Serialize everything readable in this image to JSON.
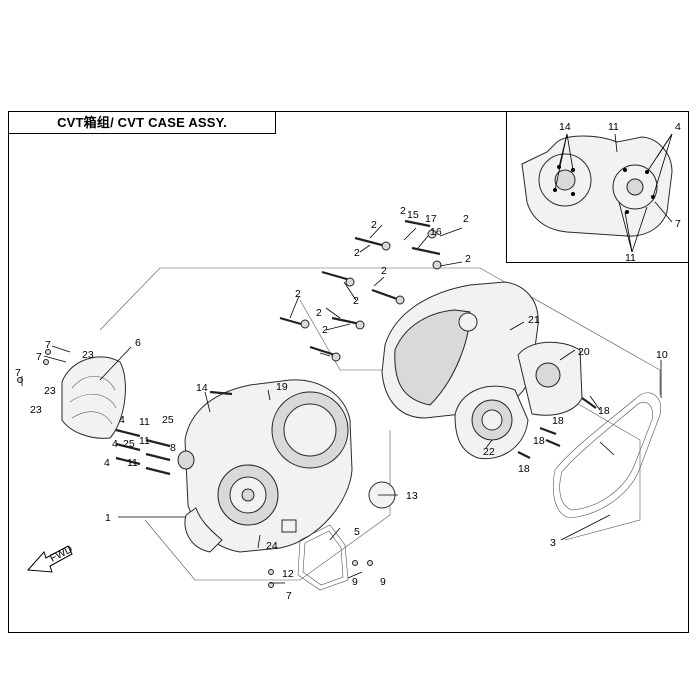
{
  "header": {
    "title": "CVT箱组/ CVT CASE ASSY."
  },
  "icons": {
    "direction_arrow": "fwd-arrow-icon"
  },
  "direction_label": "FWD",
  "callouts": [
    {
      "id": "c1",
      "label": "1"
    },
    {
      "id": "c2a",
      "label": "2"
    },
    {
      "id": "c2b",
      "label": "2"
    },
    {
      "id": "c2c",
      "label": "2"
    },
    {
      "id": "c2d",
      "label": "2"
    },
    {
      "id": "c2e",
      "label": "2"
    },
    {
      "id": "c2f",
      "label": "2"
    },
    {
      "id": "c2g",
      "label": "2"
    },
    {
      "id": "c2h",
      "label": "2"
    },
    {
      "id": "c2i",
      "label": "2"
    },
    {
      "id": "c2j",
      "label": "2"
    },
    {
      "id": "c3",
      "label": "3"
    },
    {
      "id": "c4a",
      "label": "4"
    },
    {
      "id": "c4b",
      "label": "4"
    },
    {
      "id": "c4c",
      "label": "4"
    },
    {
      "id": "c5",
      "label": "5"
    },
    {
      "id": "c6",
      "label": "6"
    },
    {
      "id": "c7a",
      "label": "7"
    },
    {
      "id": "c7b",
      "label": "7"
    },
    {
      "id": "c7c",
      "label": "7"
    },
    {
      "id": "c7d",
      "label": "7"
    },
    {
      "id": "c8",
      "label": "8"
    },
    {
      "id": "c9a",
      "label": "9"
    },
    {
      "id": "c9b",
      "label": "9"
    },
    {
      "id": "c10",
      "label": "10"
    },
    {
      "id": "c11a",
      "label": "11"
    },
    {
      "id": "c11b",
      "label": "11"
    },
    {
      "id": "c11c",
      "label": "11"
    },
    {
      "id": "c12",
      "label": "12"
    },
    {
      "id": "c13",
      "label": "13"
    },
    {
      "id": "c14",
      "label": "14"
    },
    {
      "id": "c15",
      "label": "15"
    },
    {
      "id": "c16",
      "label": "16"
    },
    {
      "id": "c17",
      "label": "17"
    },
    {
      "id": "c18a",
      "label": "18"
    },
    {
      "id": "c18b",
      "label": "18"
    },
    {
      "id": "c18c",
      "label": "18"
    },
    {
      "id": "c18d",
      "label": "18"
    },
    {
      "id": "c19",
      "label": "19"
    },
    {
      "id": "c20",
      "label": "20"
    },
    {
      "id": "c21",
      "label": "21"
    },
    {
      "id": "c22",
      "label": "22"
    },
    {
      "id": "c23a",
      "label": "23"
    },
    {
      "id": "c23b",
      "label": "23"
    },
    {
      "id": "c23c",
      "label": "23"
    },
    {
      "id": "c24",
      "label": "24"
    },
    {
      "id": "c25a",
      "label": "25"
    },
    {
      "id": "c25b",
      "label": "25"
    }
  ],
  "inset_callouts": [
    {
      "id": "i14",
      "label": "14"
    },
    {
      "id": "i11a",
      "label": "11"
    },
    {
      "id": "i4",
      "label": "4"
    },
    {
      "id": "i7",
      "label": "7"
    },
    {
      "id": "i11b",
      "label": "11"
    }
  ]
}
